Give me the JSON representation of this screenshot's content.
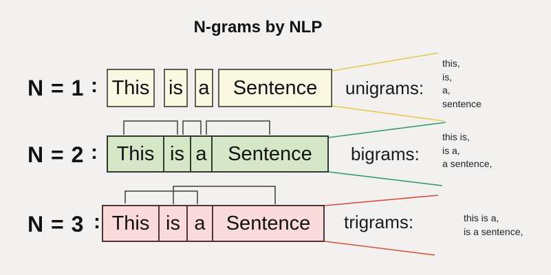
{
  "title": "N-grams by NLP",
  "colors": {
    "background": "#f2f1ef",
    "unigram_box_fill": "#faf8e3",
    "bigram_box_fill": "#d5e7c6",
    "trigram_box_fill": "#fadada",
    "unigram_fan_line": "#e8c94f",
    "bigram_fan_line": "#3a9a6e",
    "trigram_fan_line": "#d84b3c"
  },
  "rows": [
    {
      "n_label": "N = 1",
      "colon": ":",
      "words": [
        "This",
        "is",
        "a",
        "Sentence"
      ],
      "gram_label": "unigrams:",
      "outputs": [
        "this,",
        "is,",
        "a,",
        "sentence"
      ]
    },
    {
      "n_label": "N = 2",
      "colon": ":",
      "words": [
        "This",
        "is",
        "a",
        "Sentence"
      ],
      "gram_label": "bigrams:",
      "outputs": [
        "this is,",
        "is a,",
        "a sentence,"
      ]
    },
    {
      "n_label": "N = 3",
      "colon": ":",
      "words": [
        "This",
        "is",
        "a",
        "Sentence"
      ],
      "gram_label": "trigrams:",
      "outputs": [
        "this is a,",
        "is a sentence,"
      ]
    }
  ]
}
